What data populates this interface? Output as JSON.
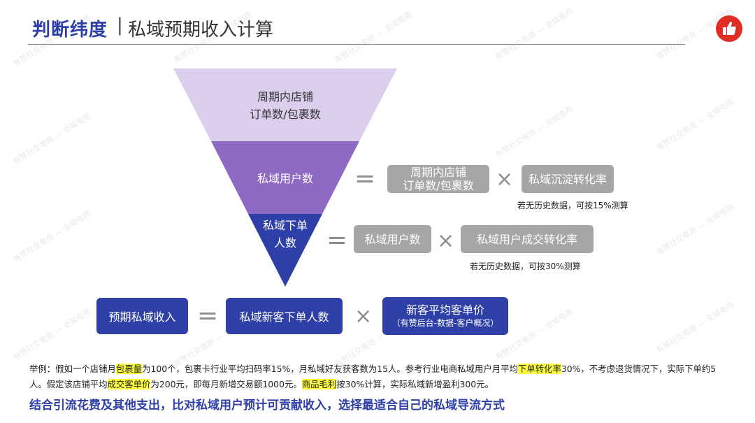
{
  "header": {
    "title_bold": "判断纬度",
    "separator": "|",
    "title_sub": "私域预期收入计算"
  },
  "icons": {
    "like": "thumbs-up-icon"
  },
  "colors": {
    "brand_blue": "#2f3fa8",
    "funnel_top": "#dccfee",
    "funnel_mid": "#8e6ac4",
    "funnel_bottom": "#2f3fa8",
    "gray_box": "#a6a6a6",
    "highlight": "#ffff3b",
    "icon_red": "#e02e24"
  },
  "funnel": {
    "top_line1": "周期内店铺",
    "top_line2": "订单数/包裹数",
    "mid": "私域用户数",
    "bottom_line1": "私域下单",
    "bottom_line2": "人数"
  },
  "formula1": {
    "equals": "=",
    "box1_line1": "周期内店铺",
    "box1_line2": "订单数/包裹数",
    "times": "×",
    "box2": "私域沉淀转化率",
    "note": "若无历史数据，可按15%测算"
  },
  "formula2": {
    "equals": "=",
    "box1": "私域用户数",
    "times": "×",
    "box2": "私域用户成交转化率",
    "note": "若无历史数据，可按30%测算"
  },
  "formula3": {
    "result": "预期私域收入",
    "equals": "=",
    "box1": "私域新客下单人数",
    "times": "×",
    "box2_line1": "新客平均客单价",
    "box2_line2": "（有赞后台-数据-客户概况）"
  },
  "example": {
    "p1": "举例：假如一个店铺月",
    "h1": "包裹量",
    "p2": "为100个，包裹卡行业平均扫码率15%，月私域好友获客数为15人。参考行业电商私域用户月平均",
    "h2": "下单转化率",
    "p3": "30%，不考虑退货情况下，实际下单约5人。假定该店铺平均",
    "h3": "成交客单价",
    "p4": "为200元，即每月新增交易额1000元。",
    "h4": "商品毛利",
    "p5": "按30%计算，实际私域新增盈利300元。"
  },
  "conclusion": "结合引流花费及其他支出，比对私域用户预计可贡献收入，选择最适合自己的私域导流方式",
  "watermark": "有赞社交电商 — 全域电商"
}
